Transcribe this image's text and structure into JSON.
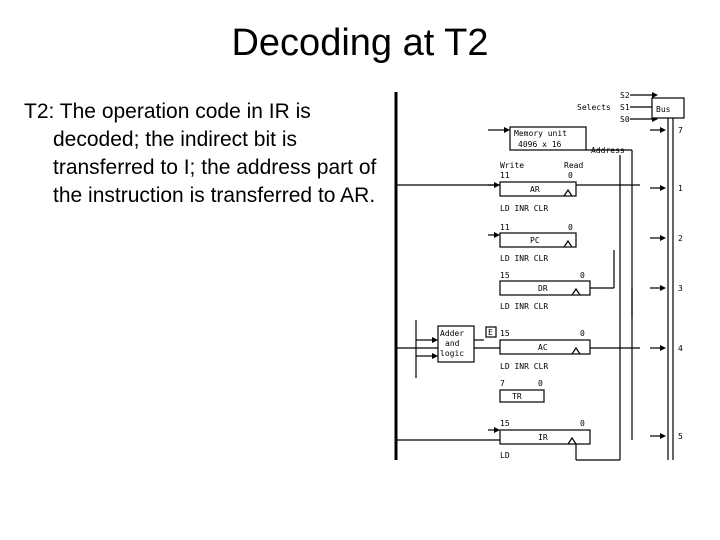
{
  "title": "Decoding at T2",
  "body": "T2: The operation code in IR is decoded; the indirect bit is transferred to I; the address part of the instruction is transferred to AR.",
  "diagram": {
    "selects": {
      "s2": "S2",
      "s1": "S1",
      "s0": "S0",
      "label": "Selects",
      "bus": "Bus"
    },
    "memory": {
      "line1": "Memory unit",
      "line2": "4096 x 16",
      "address": "Address",
      "write": "Write",
      "read": "Read"
    },
    "bus_inputs": [
      "7",
      "1",
      "2",
      "3",
      "4",
      "5"
    ],
    "registers": {
      "ar": {
        "name": "AR",
        "msb": "11",
        "lsb": "0",
        "ctrl": "LD  INR  CLR"
      },
      "pc": {
        "name": "PC",
        "msb": "11",
        "lsb": "0",
        "ctrl": "LD  INR  CLR"
      },
      "dr": {
        "name": "DR",
        "msb": "15",
        "lsb": "0",
        "ctrl": "LD  INR  CLR"
      },
      "ac": {
        "name": "AC",
        "msb": "15",
        "lsb": "0",
        "ctrl": "LD  INR  CLR"
      },
      "tr": {
        "name": "TR",
        "msb": "7",
        "lsb": "0"
      },
      "ir": {
        "name": "IR",
        "msb": "15",
        "lsb": "0",
        "ctrl": "LD"
      }
    },
    "adder": {
      "line1": "Adder",
      "line2": "and",
      "line3": "logic",
      "e": "E"
    }
  }
}
